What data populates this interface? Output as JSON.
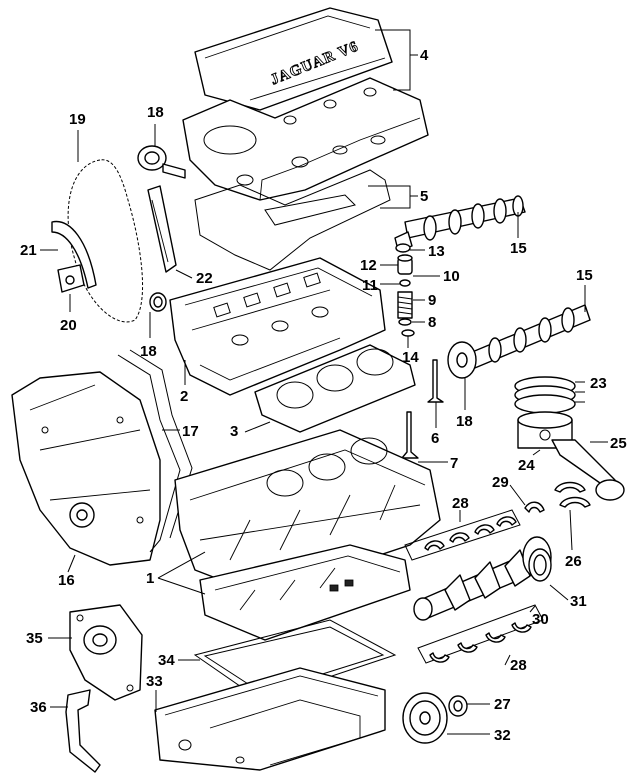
{
  "cover_brand": "JAGUAR V6",
  "callouts": {
    "c1": "1",
    "c2": "2",
    "c3": "3",
    "c4": "4",
    "c5": "5",
    "c6": "6",
    "c7": "7",
    "c8": "8",
    "c9": "9",
    "c10": "10",
    "c11": "11",
    "c12": "12",
    "c13": "13",
    "c14": "14",
    "c15a": "15",
    "c15b": "15",
    "c16": "16",
    "c17": "17",
    "c18a": "18",
    "c18b": "18",
    "c18c": "18",
    "c19": "19",
    "c20": "20",
    "c21": "21",
    "c22": "22",
    "c23": "23",
    "c24": "24",
    "c25": "25",
    "c26": "26",
    "c27": "27",
    "c28a": "28",
    "c28b": "28",
    "c29": "29",
    "c30": "30",
    "c31": "31",
    "c32": "32",
    "c33": "33",
    "c34": "34",
    "c35": "35",
    "c36": "36"
  }
}
